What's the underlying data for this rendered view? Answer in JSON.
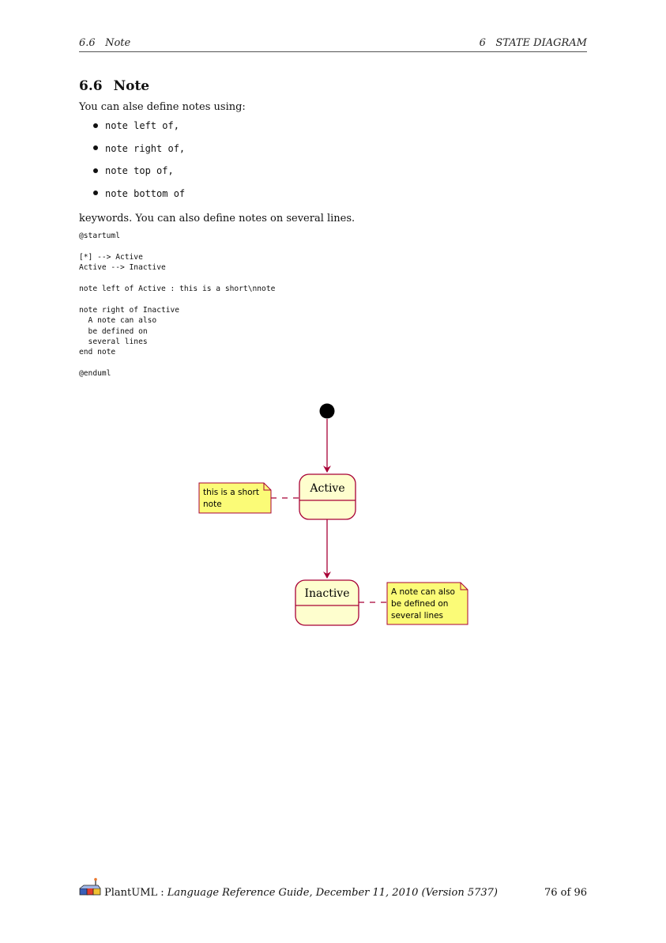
{
  "header": {
    "left": "6.6   Note",
    "right": "6   STATE DIAGRAM"
  },
  "section": {
    "number": "6.6",
    "title": "Note"
  },
  "intro": "You can alse define notes using:",
  "keywords": [
    "note left of,",
    "note right of,",
    "note top of,",
    "note bottom of"
  ],
  "after_list": "keywords. You can also define notes on several lines.",
  "code": "@startuml\n\n[*] --> Active\nActive --> Inactive\n\nnote left of Active : this is a short\\nnote\n\nnote right of Inactive\n  A note can also\n  be defined on\n  several lines\nend note\n\n@enduml",
  "diagram": {
    "colors": {
      "line": "#a80036",
      "state_fill": "#fefece",
      "note_fill": "#fbfb77",
      "start": "#000000"
    },
    "states": {
      "active": "Active",
      "inactive": "Inactive"
    },
    "notes": {
      "left_line1": "this is a short",
      "left_line2": "note",
      "right_line1": "A note can also",
      "right_line2": "be defined on",
      "right_line3": "several lines"
    }
  },
  "footer": {
    "app": "PlantUML : ",
    "doc": "Language Reference Guide, December 11, 2010 (Version 5737)",
    "page": "76 of 96"
  }
}
